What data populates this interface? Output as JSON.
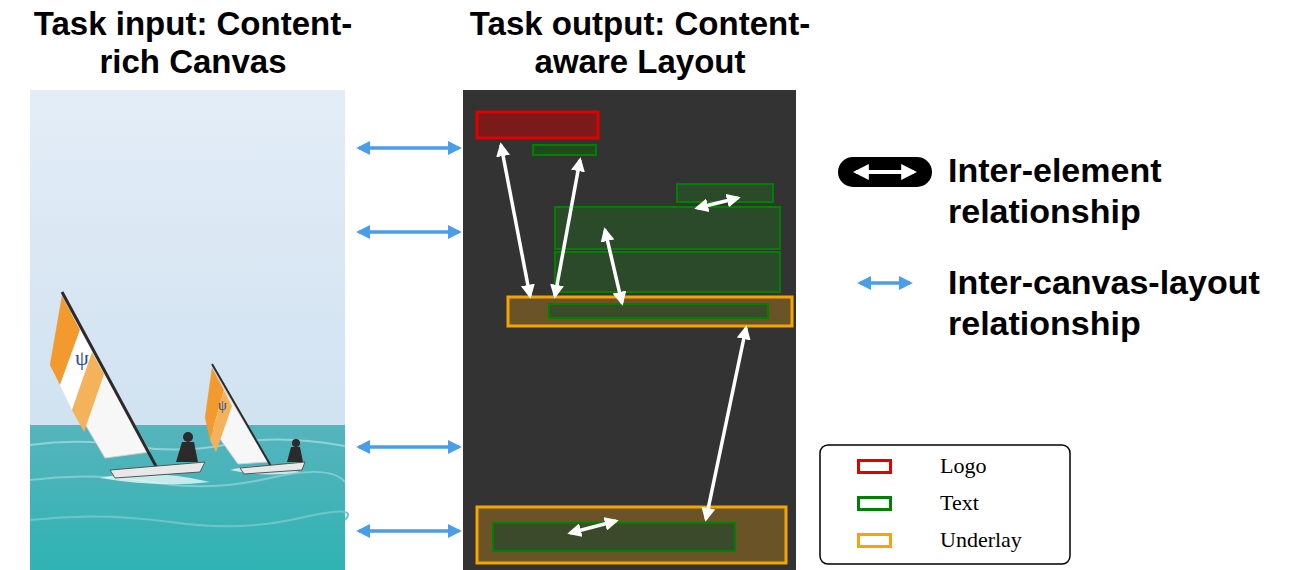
{
  "diagram": {
    "nodes": [
      {
        "text": [
          "Task input: Content-rich Canvas"
        ]
      },
      {
        "text": [
          "Task output: Content-aware Layout"
        ]
      }
    ],
    "edges": [
      {
        "from": 0,
        "to": 1,
        "arrow": "both"
      },
      {
        "from": 0,
        "to": 1,
        "arrow": "both"
      },
      {
        "from": 0,
        "to": 1,
        "arrow": "both"
      },
      {
        "from": 0,
        "to": 1,
        "arrow": "both"
      }
    ],
    "legend": [
      {
        "text": "Inter-element relationship"
      },
      {
        "text": "Inter-canvas-layout relationship"
      },
      {
        "text": "Logo",
        "color": "#e00000"
      },
      {
        "text": "Text",
        "color": "#008000"
      },
      {
        "text": "Underlay",
        "color": "#f5a500"
      }
    ]
  }
}
